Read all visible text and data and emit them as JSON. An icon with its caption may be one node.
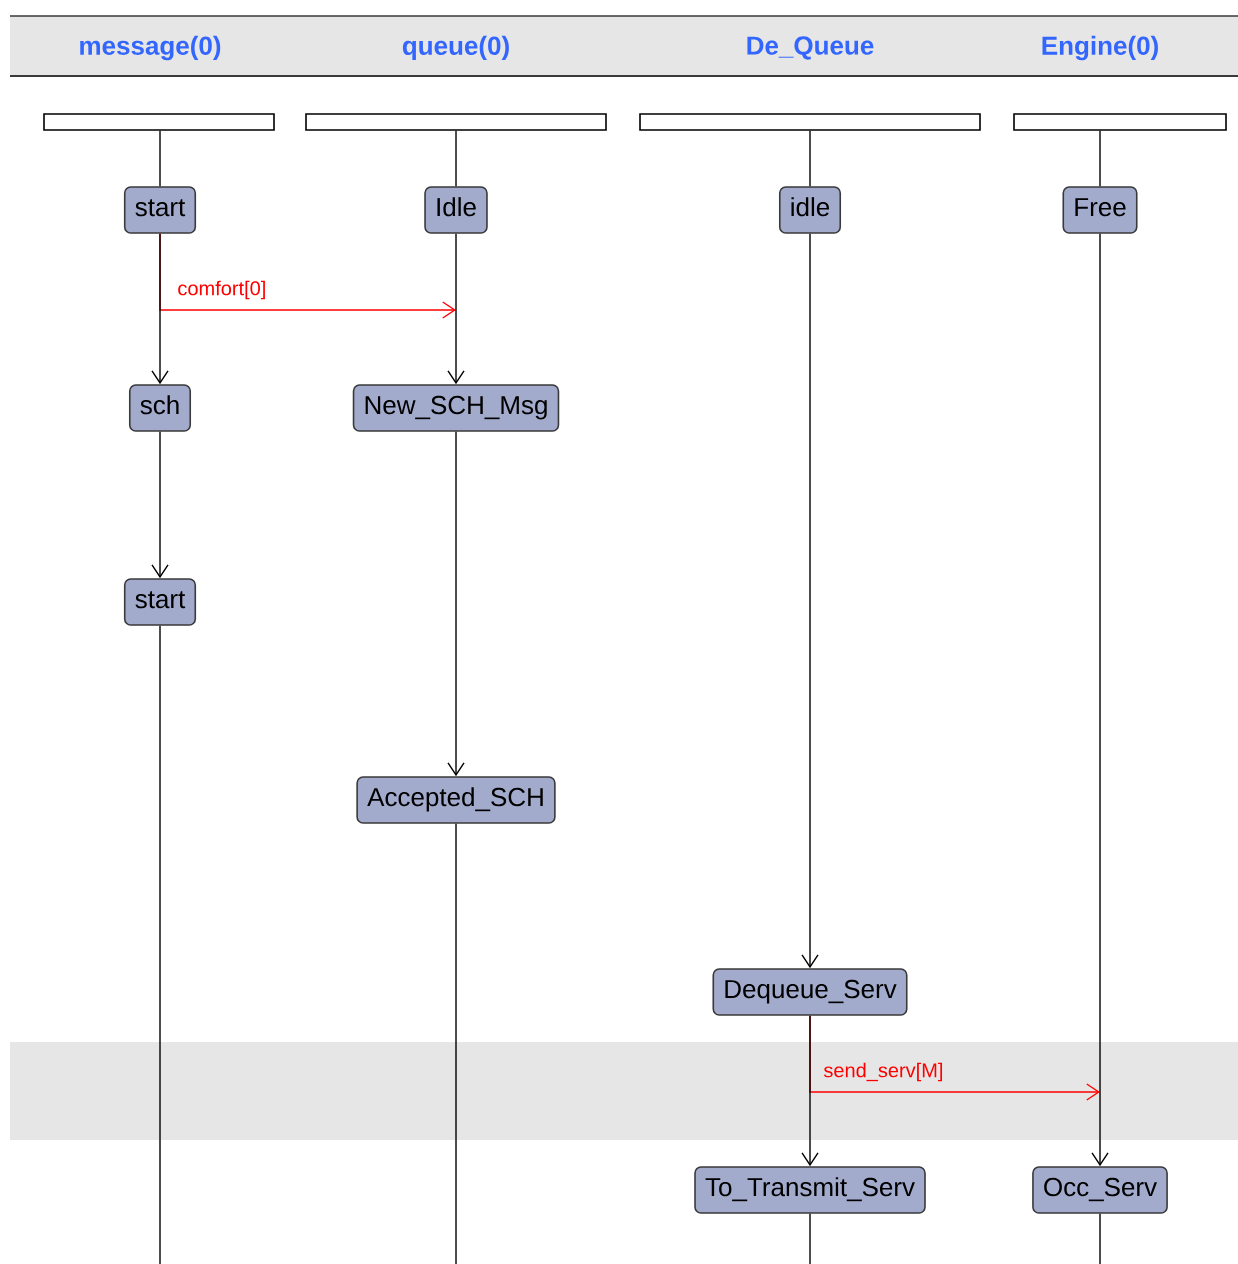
{
  "diagram": {
    "nodes": [
      {
        "text": [
          "message(0)"
        ]
      },
      {
        "text": [
          "queue(0)"
        ]
      },
      {
        "text": [
          "De_Queue"
        ]
      },
      {
        "text": [
          "Engine(0)"
        ]
      },
      {
        "text": [
          "start"
        ]
      },
      {
        "text": [
          "Idle"
        ]
      },
      {
        "text": [
          "idle"
        ]
      },
      {
        "text": [
          "Free"
        ]
      },
      {
        "text": [
          "sch"
        ]
      },
      {
        "text": [
          "New_SCH_Msg"
        ]
      },
      {
        "text": [
          "start"
        ]
      },
      {
        "text": [
          "Accepted_SCH"
        ]
      },
      {
        "text": [
          "Dequeue_Serv"
        ]
      },
      {
        "text": [
          "To_Transmit_Serv"
        ]
      },
      {
        "text": [
          "Occ_Serv"
        ]
      }
    ],
    "edges": [
      {
        "from": 0,
        "to": 4,
        "arrow": "none"
      },
      {
        "from": 1,
        "to": 5,
        "arrow": "none"
      },
      {
        "from": 2,
        "to": 6,
        "arrow": "none"
      },
      {
        "from": 3,
        "to": 7,
        "arrow": "none"
      },
      {
        "from": 4,
        "to": 8,
        "arrow": "to"
      },
      {
        "from": 8,
        "to": 10,
        "arrow": "to"
      },
      {
        "from": 10,
        "to": null,
        "arrow": "none"
      },
      {
        "from": 5,
        "to": 9,
        "arrow": "to"
      },
      {
        "from": 9,
        "to": 11,
        "arrow": "to"
      },
      {
        "from": 11,
        "to": null,
        "arrow": "none"
      },
      {
        "from": 6,
        "to": 12,
        "arrow": "to"
      },
      {
        "from": 12,
        "to": 13,
        "arrow": "to"
      },
      {
        "from": 13,
        "to": null,
        "arrow": "none"
      },
      {
        "from": 7,
        "to": 14,
        "arrow": "to"
      },
      {
        "from": 14,
        "to": null,
        "arrow": "none"
      },
      {
        "from": 4,
        "to": null,
        "arrow": "to",
        "label": "comfort[0]",
        "color": "#ff0000"
      },
      {
        "from": 12,
        "to": null,
        "arrow": "to",
        "label": "send_serv[M]",
        "color": "#ff0000"
      }
    ]
  }
}
